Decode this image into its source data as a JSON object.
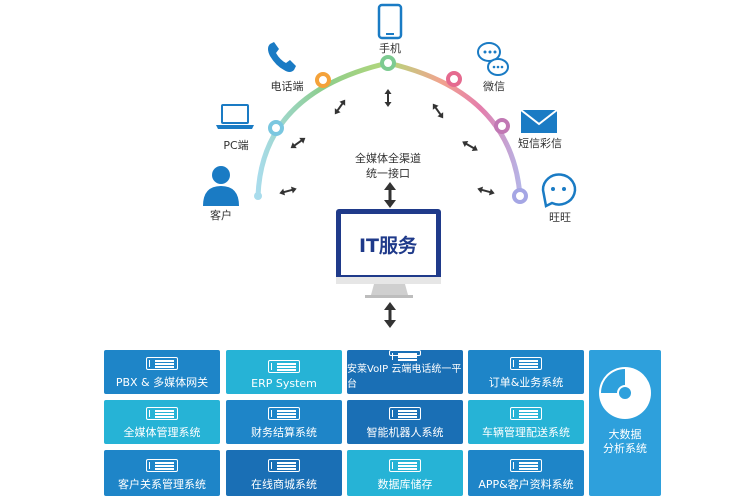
{
  "channels": {
    "customer": "客户",
    "pc": "PC端",
    "phone": "电话端",
    "mobile": "手机",
    "wechat": "微信",
    "sms": "短信彩信",
    "wangwang": "旺旺"
  },
  "center": {
    "line1": "全媒体全渠道",
    "line2": "统一接口",
    "monitor_text": "IT服务"
  },
  "services": [
    {
      "label": "PBX & 多媒体网关",
      "color": "#1e85c8"
    },
    {
      "label": "ERP System",
      "color": "#26b3d6"
    },
    {
      "label": "安莱VoIP 云端电话统一平台",
      "color": "#1a6fb5"
    },
    {
      "label": "订单&业务系统",
      "color": "#1e85c8"
    },
    {
      "label": "全媒体管理系统",
      "color": "#26b3d6"
    },
    {
      "label": "财务结算系统",
      "color": "#1e85c8"
    },
    {
      "label": "智能机器人系统",
      "color": "#1a6fb5"
    },
    {
      "label": "车辆管理配送系统",
      "color": "#26b3d6"
    },
    {
      "label": "客户关系管理系统",
      "color": "#1e85c8"
    },
    {
      "label": "在线商城系统",
      "color": "#1a6fb5"
    },
    {
      "label": "数据库储存",
      "color": "#26b3d6"
    },
    {
      "label": "APP&客户资料系统",
      "color": "#1e85c8"
    }
  ],
  "bigdata": {
    "line1": "大数据",
    "line2": "分析系统"
  },
  "colors": {
    "icon_blue": "#1a7bc4",
    "arc_start": "#a8d8e8",
    "arc_mid": "#9fd27a",
    "arc_end": "#e58ab5",
    "monitor_frame": "#1f3a8a",
    "arrow": "#333333"
  }
}
